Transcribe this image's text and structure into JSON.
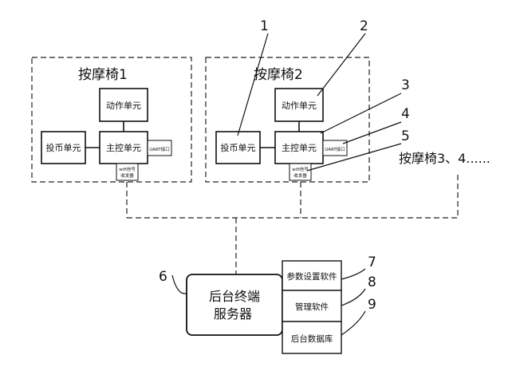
{
  "chair1": {
    "title": "按摩椅1",
    "action_unit": "动作单元",
    "main_control": "主控单元",
    "coin_unit": "投币单元",
    "uart": "UART接口",
    "wifi_line1": "wifi信号",
    "wifi_line2": "收发器"
  },
  "chair2": {
    "title": "按摩椅2",
    "action_unit": "动作单元",
    "main_control": "主控单元",
    "coin_unit": "投币单元",
    "uart": "UART接口",
    "wifi_line1": "wifi信号",
    "wifi_line2": "收发器"
  },
  "more_chairs": "按摩椅3、4......",
  "server": {
    "line1": "后台终端",
    "line2": "服务器"
  },
  "software": {
    "param": "参数设置软件",
    "manage": "管理软件",
    "database": "后台数据库"
  },
  "callouts": [
    "1",
    "2",
    "3",
    "4",
    "5",
    "6",
    "7",
    "8",
    "9"
  ]
}
